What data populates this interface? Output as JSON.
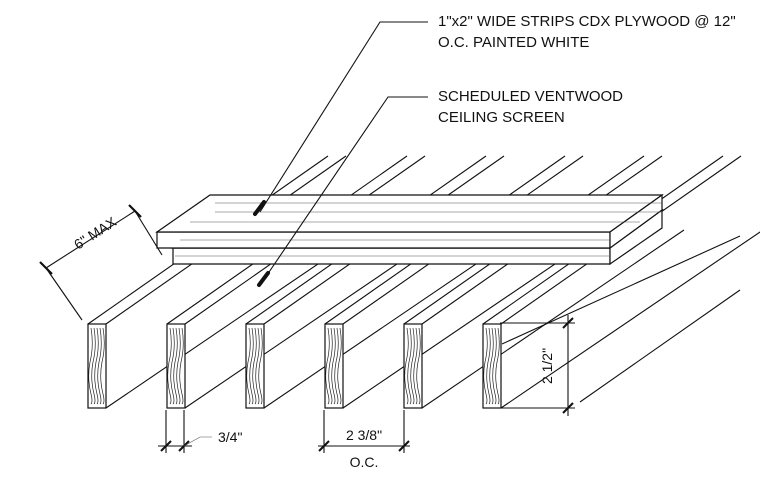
{
  "callouts": {
    "strips_line1": "1\"x2\" WIDE STRIPS CDX PLYWOOD @ 12\"",
    "strips_line2": "O.C. PAINTED WHITE",
    "screen_line1": "SCHEDULED VENTWOOD",
    "screen_line2": "CEILING SCREEN"
  },
  "dimensions": {
    "max_spacing": "6\" MAX",
    "board_height": "2 1/2\"",
    "board_thickness": "3/4\"",
    "board_spacing": "2 3/8\"",
    "on_center": "O.C."
  },
  "boards": {
    "count": 6
  }
}
